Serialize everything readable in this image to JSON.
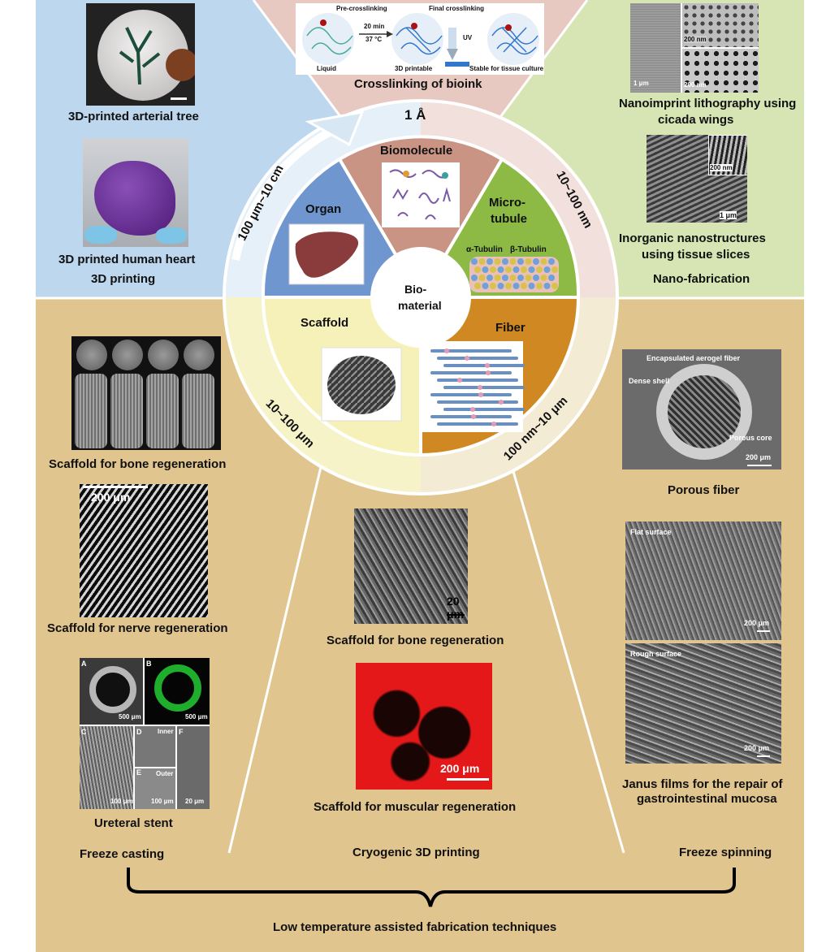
{
  "colors": {
    "blue_panel": "#bcd7ee",
    "pink_panel": "#e8c9c1",
    "green_panel": "#d6e5b3",
    "tan_panel": "#e1c58e",
    "organ": "#6f96cf",
    "biomolecule": "#c99483",
    "microtubule": "#8cba45",
    "scaffold": "#f6f1b9",
    "fiber": "#cf8822"
  },
  "wheel": {
    "organ": "Organ",
    "biomolecule": "Biomolecule",
    "microtubule_1": "Micro-",
    "microtubule_2": "tubule",
    "scaffold": "Scaffold",
    "fiber": "Fiber",
    "center_1": "Bio-",
    "center_2": "material",
    "alpha_tubulin": "α-Tubulin",
    "beta_tubulin": "β-Tubulin",
    "ring_organ": "100 μm~10 cm",
    "ring_bio": "1 Å",
    "ring_micro": "10~100 nm",
    "ring_scaffold": "10~100 μm",
    "ring_fiber": "100 nm~10 μm"
  },
  "top_left": {
    "arterial": "3D-printed arterial tree",
    "heart": "3D printed human heart",
    "category": "3D printing"
  },
  "top_center": {
    "title": "Crosslinking of bioink",
    "pre": "Pre-crosslinking",
    "final": "Final crosslinking",
    "time": "20 min",
    "temp": "37 °C",
    "uv": "UV",
    "liquid": "Liquid",
    "printable": "3D printable",
    "stable": "Stable for tissue culture"
  },
  "top_right": {
    "nano1_a": "Nanoimprint lithography using",
    "nano1_b": "cicada wings",
    "nano2_a": "Inorganic nanostructures",
    "nano2_b": "using tissue slices",
    "category": "Nano-fabrication",
    "sb_1um": "1 μm",
    "sb_200nm": "200 nm",
    "sb_200nm_2": "200 nm",
    "sb_200nm_3": "200 nm",
    "sb_1um_2": "1 μm"
  },
  "bottom_left": {
    "bone": "Scaffold for bone regeneration",
    "nerve": "Scaffold for nerve regeneration",
    "nerve_sb": "200 μm",
    "stent": "Ureteral stent",
    "category": "Freeze casting",
    "stent_A": "A",
    "stent_B": "B",
    "stent_C": "C",
    "stent_D": "D",
    "stent_E": "E",
    "stent_F": "F",
    "stent_inner": "Inner",
    "stent_outer": "Outer",
    "stent_sb1": "500 μm",
    "stent_sb2": "500 μm",
    "stent_sb3": "100 μm",
    "stent_sb4": "100 μm",
    "stent_sb5": "20 μm"
  },
  "bottom_center": {
    "bone": "Scaffold for bone regeneration",
    "bone_sb": "20 μm",
    "muscle": "Scaffold for muscular regeneration",
    "muscle_sb": "200 μm",
    "category": "Cryogenic 3D printing"
  },
  "bottom_right": {
    "aerogel": "Encapsulated aerogel fiber",
    "dense": "Dense shell",
    "porous_core": "Porous core",
    "fiber_sb": "200 μm",
    "porous": "Porous fiber",
    "flat": "Flat surface",
    "rough": "Rough surface",
    "flat_sb": "200 μm",
    "rough_sb": "200 μm",
    "janus_a": "Janus films for the repair of",
    "janus_b": "gastrointestinal mucosa",
    "category": "Freeze spinning"
  },
  "footer": "Low temperature assisted fabrication techniques"
}
